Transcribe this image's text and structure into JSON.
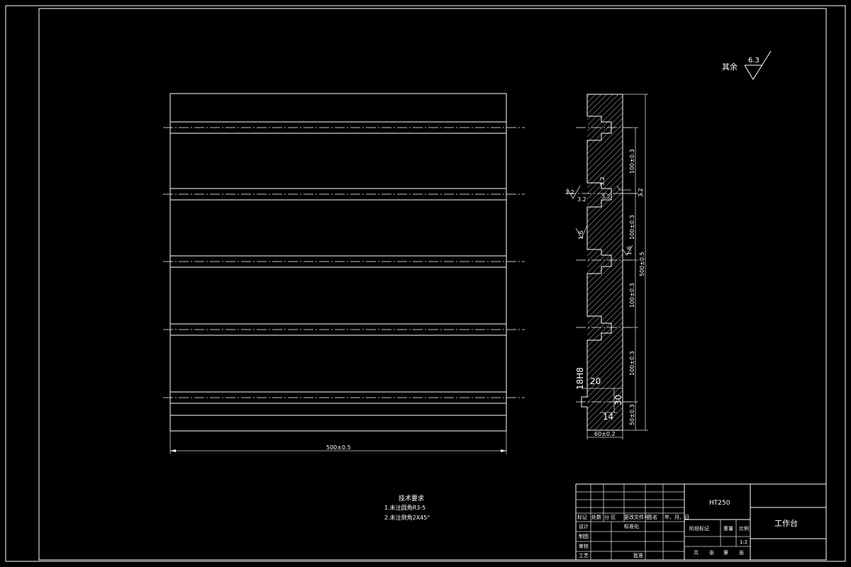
{
  "surface_roughness": {
    "label": "其余",
    "value": "6.3"
  },
  "plan_view": {
    "width_dim": "500±0.5"
  },
  "section_view": {
    "pitch_dims": [
      "100±0.3",
      "100±0.3",
      "100±0.3",
      "100±0.3"
    ],
    "end_dim": "50±0.3",
    "overall_dim": "500±0.5",
    "thickness_dim": "60±0.2",
    "slot_fit": "18H8",
    "slot_dim_20": "20",
    "slot_dim_30": "30",
    "slot_dim_14": "14",
    "rough_notes": [
      "3.2",
      "3.2",
      "3.2",
      "3.2",
      "3.2",
      "1.6",
      "1.6"
    ]
  },
  "technical_requirements": {
    "title": "技术要求",
    "items": [
      "1.未注圆角R3-5",
      "2.未注倒角2X45°"
    ]
  },
  "title_block": {
    "material": "HT250",
    "part_name": "工作台",
    "scale": "1:2",
    "headers": [
      "标记",
      "处数",
      "分  区",
      "更改文件号",
      "签名",
      "年、月、日"
    ],
    "roles": [
      "设计",
      "制图",
      "审核",
      "工艺"
    ],
    "standardization": "标准化",
    "approve": "批准",
    "stage_mark": "阶段标记",
    "weight": "重量",
    "scale_label": "比例",
    "sheets": [
      "共",
      "张",
      "第",
      "张"
    ]
  }
}
